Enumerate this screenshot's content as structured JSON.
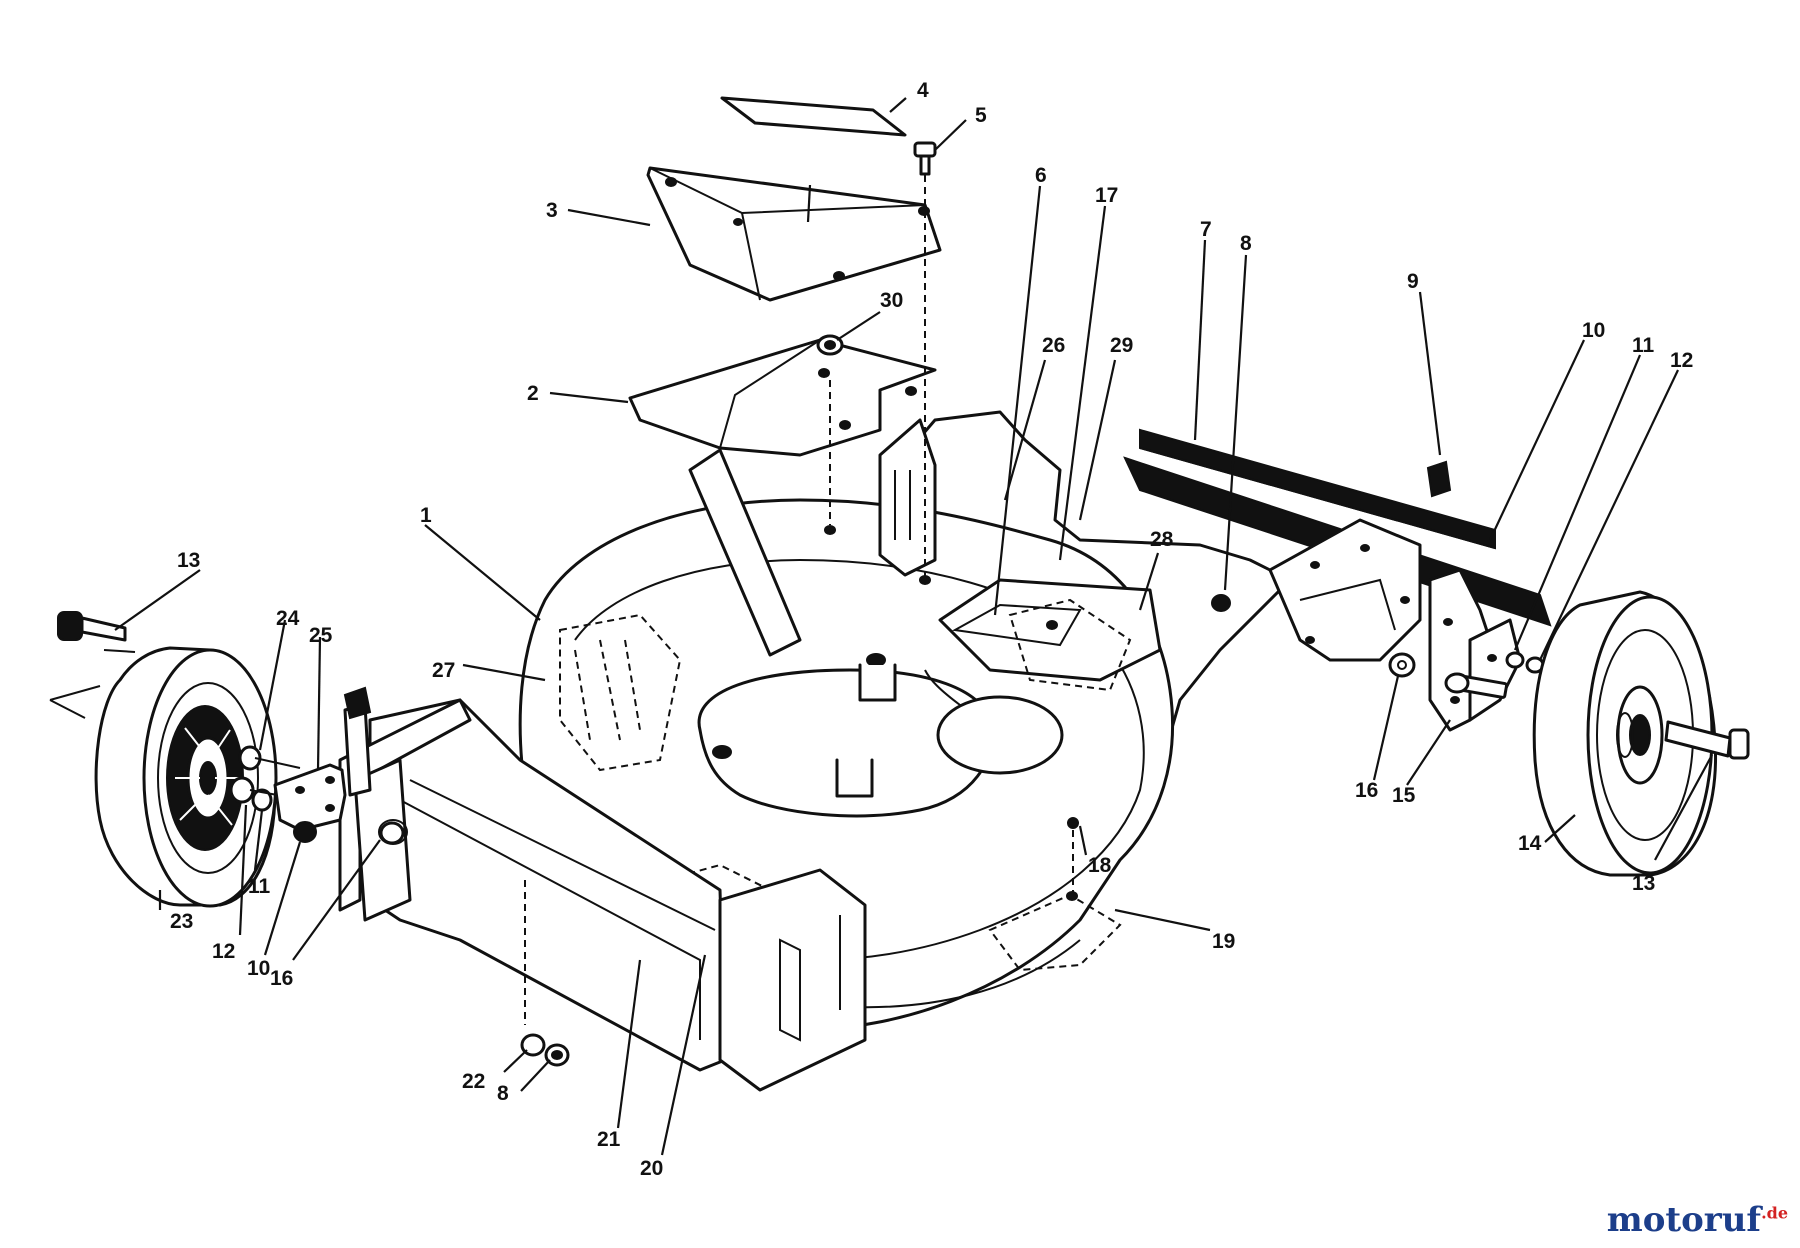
{
  "watermark": {
    "brand": "motoruf",
    "tld": ".de"
  },
  "callouts": [
    {
      "id": "p1",
      "label": "1"
    },
    {
      "id": "p2",
      "label": "2"
    },
    {
      "id": "p3",
      "label": "3"
    },
    {
      "id": "p4",
      "label": "4"
    },
    {
      "id": "p5",
      "label": "5"
    },
    {
      "id": "p6",
      "label": "6"
    },
    {
      "id": "p7",
      "label": "7"
    },
    {
      "id": "p8a",
      "label": "8"
    },
    {
      "id": "p8b",
      "label": "8"
    },
    {
      "id": "p9",
      "label": "9"
    },
    {
      "id": "p10a",
      "label": "10"
    },
    {
      "id": "p10b",
      "label": "10"
    },
    {
      "id": "p11a",
      "label": "11"
    },
    {
      "id": "p11b",
      "label": "11"
    },
    {
      "id": "p12a",
      "label": "12"
    },
    {
      "id": "p12b",
      "label": "12"
    },
    {
      "id": "p13a",
      "label": "13"
    },
    {
      "id": "p13b",
      "label": "13"
    },
    {
      "id": "p14",
      "label": "14"
    },
    {
      "id": "p15",
      "label": "15"
    },
    {
      "id": "p16a",
      "label": "16"
    },
    {
      "id": "p16b",
      "label": "16"
    },
    {
      "id": "p17",
      "label": "17"
    },
    {
      "id": "p18",
      "label": "18"
    },
    {
      "id": "p19",
      "label": "19"
    },
    {
      "id": "p20",
      "label": "20"
    },
    {
      "id": "p21",
      "label": "21"
    },
    {
      "id": "p22",
      "label": "22"
    },
    {
      "id": "p23",
      "label": "23"
    },
    {
      "id": "p24",
      "label": "24"
    },
    {
      "id": "p25",
      "label": "25"
    },
    {
      "id": "p26",
      "label": "26"
    },
    {
      "id": "p27",
      "label": "27"
    },
    {
      "id": "p28",
      "label": "28"
    },
    {
      "id": "p29",
      "label": "29"
    },
    {
      "id": "p30",
      "label": "30"
    }
  ],
  "colors": {
    "line": "#111111",
    "paper": "#ffffff",
    "brand": "#1c3e8a",
    "accent": "#d32222"
  }
}
